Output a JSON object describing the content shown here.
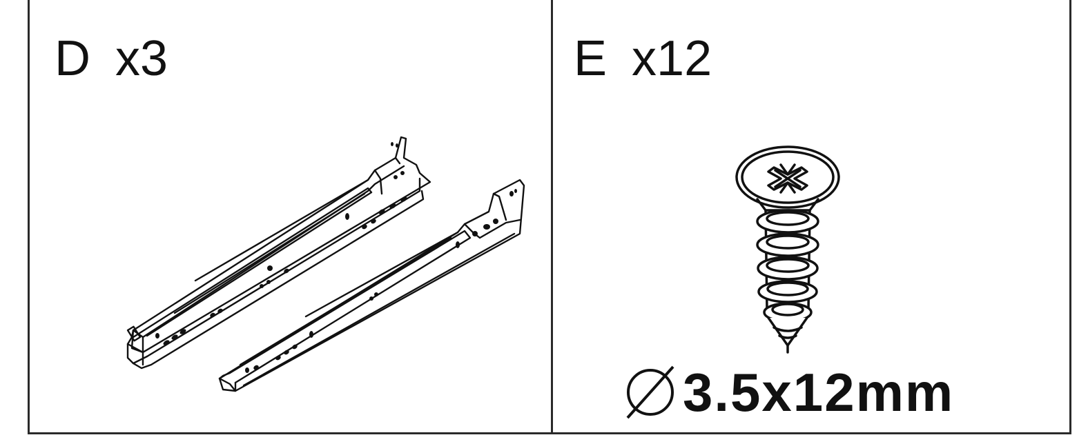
{
  "parts": [
    {
      "letter": "D",
      "quantity": "x3",
      "icon": "drawer-slide-rails-icon"
    },
    {
      "letter": "E",
      "quantity": "x12",
      "icon": "countersunk-screw-icon",
      "diameter_symbol_icon": "diameter-symbol-icon",
      "size": "3.5x12mm"
    }
  ]
}
